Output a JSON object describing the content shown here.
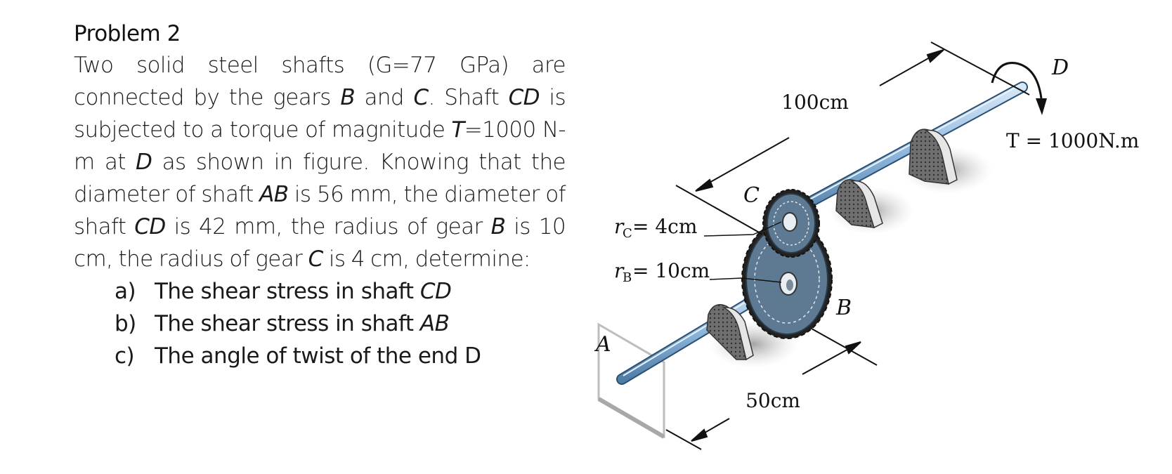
{
  "problem": {
    "title": "Problem 2",
    "p1": "Two solid steel shafts (G=77 GPa) are connected by the gears ",
    "gear_b": "B",
    "p2": " and ",
    "gear_c": "C",
    "p3": ". Shaft ",
    "shaft_cd": "CD",
    "p4": " is subjected to a torque of magnitude ",
    "torque_sym": "T",
    "p5": "=1000 N-m at ",
    "point_d": "D",
    "p6": " as shown in figure. Knowing that the diameter of shaft ",
    "shaft_ab": "AB",
    "p7": " is 56 mm, the diameter of shaft ",
    "shaft_cd2": "CD",
    "p8": " is 42 mm, the radius of gear ",
    "gear_b2": "B",
    "p9": " is 10 cm, the radius of gear ",
    "gear_c2": "C",
    "p10": " is 4 cm, determine:",
    "items": [
      {
        "label": "a)",
        "text": "The shear stress in shaft ",
        "em": "CD"
      },
      {
        "label": "b)",
        "text": "The shear stress in shaft ",
        "em": "AB"
      },
      {
        "label": "c)",
        "text": "The angle of twist of the end D",
        "em": ""
      }
    ]
  },
  "figure": {
    "dim_100": "100cm",
    "dim_50": "50cm",
    "torque": "T = 1000N.m",
    "label_d": "D",
    "label_c": "C",
    "label_b": "B",
    "label_a": "A",
    "rc": "r",
    "rc_sub": "C",
    "rc_val": " = 4cm",
    "rb": "r",
    "rb_sub": "B",
    "rb_val": "= 10cm"
  },
  "colors": {
    "shaft": "#9ec3e6",
    "gear": "#5d7a92",
    "bearing": "#d0d0d0",
    "shadow": "#b8b8b8"
  }
}
